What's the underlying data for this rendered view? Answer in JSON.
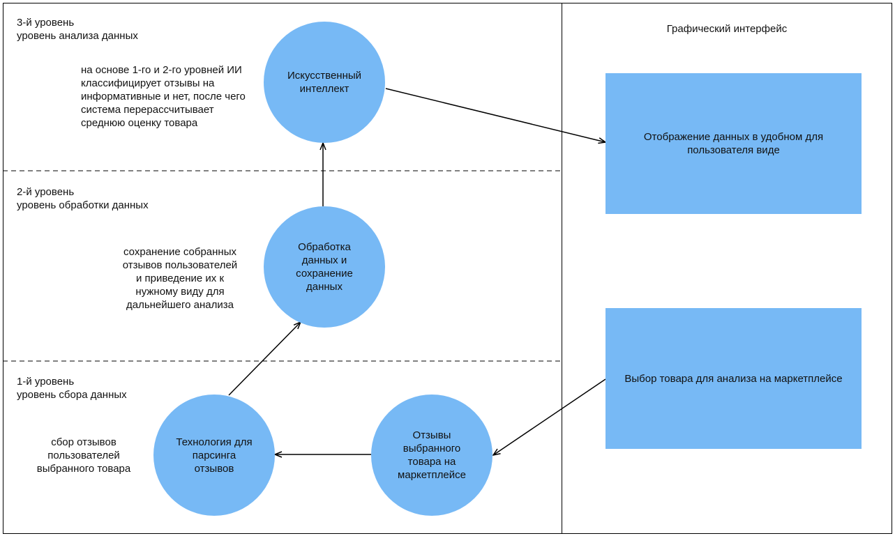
{
  "levels": {
    "level3": {
      "title": "3-й уровень\nуровень анализа данных",
      "note": "на основе 1-го и 2-го уровней ИИ\nклассифицирует отзывы на\nинформативные и нет, после чего\nсистема перерассчитывает\nсреднюю оценку товара"
    },
    "level2": {
      "title": "2-й уровень\nуровень обработки данных",
      "note": "сохранение собранных\nотзывов пользователей\nи приведение их к\nнужному виду для\nдальнейшего анализа"
    },
    "level1": {
      "title": "1-й уровень\nуровень сбора данных",
      "note": "сбор отзывов\nпользователей\nвыбранного товара"
    }
  },
  "nodes": {
    "ai": "Искусственный\nинтеллект",
    "processing": "Обработка\nданных и\nсохранение\nданных",
    "parsing": "Технология для\nпарсинга\nотзывов",
    "reviews": "Отзывы\nвыбранного\nтовара на\nмаркетплейсе"
  },
  "gui": {
    "title": "Графический интерфейс",
    "display_box": "Отображение данных в удобном для\nпользователя виде",
    "select_box": "Выбор товара для анализа на маркетплейсе"
  },
  "colors": {
    "node_fill": "#77b9f5",
    "line": "#000000"
  }
}
